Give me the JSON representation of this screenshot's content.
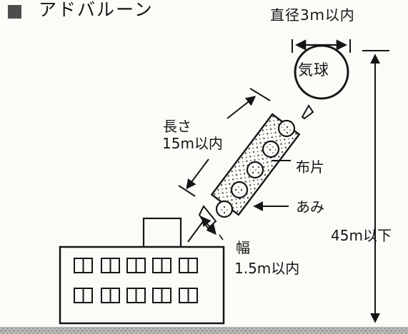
{
  "title": "アドバルーン",
  "labels": {
    "diameter": "直径3ｍ以内",
    "balloon": "気球",
    "length_name": "長さ",
    "length_value": "15m以内",
    "cloth": "布片",
    "mesh": "あみ",
    "width_name": "幅",
    "width_value": "1.5m以内",
    "height": "45m以下"
  },
  "colors": {
    "ink": "#151515",
    "paper": "#fbfbf8",
    "title_mark": "#4d4d4d",
    "ground": "#8a8a8a"
  },
  "icons": {
    "title_mark": "filled-square",
    "balloon": "circle",
    "cloth_markers": "dotted-circles",
    "building_windows": "double-pane-windows"
  }
}
